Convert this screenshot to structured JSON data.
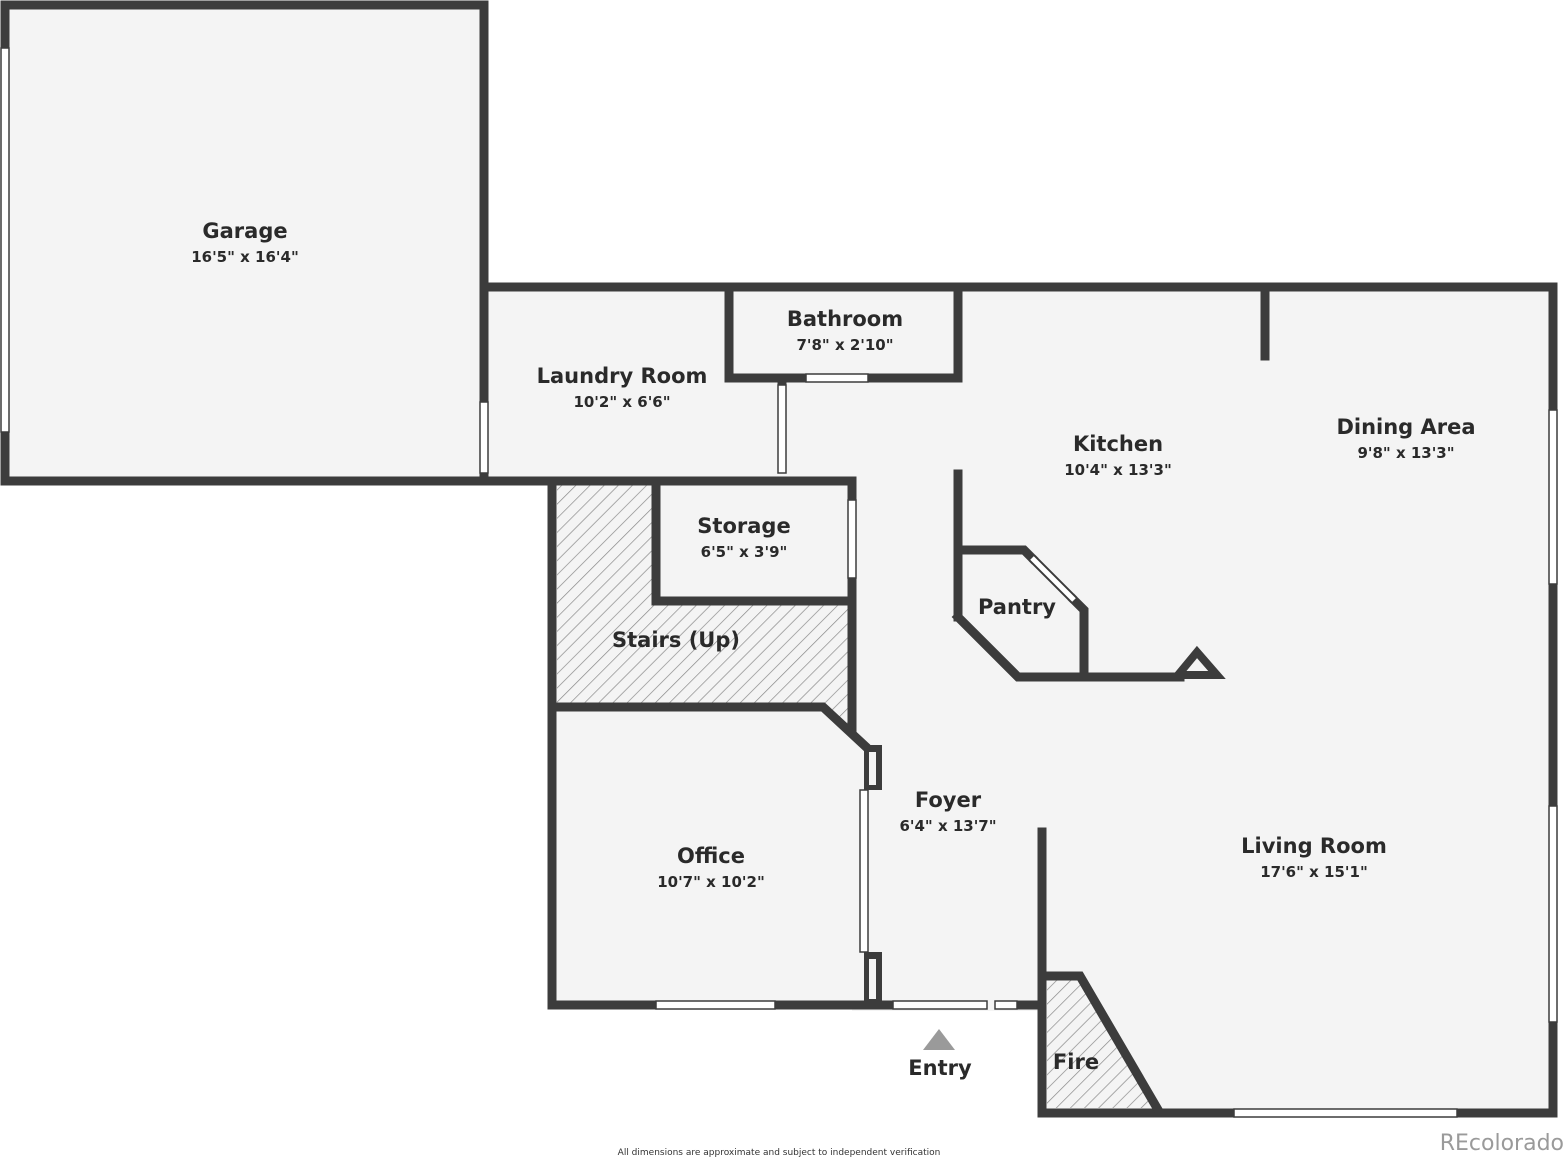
{
  "rooms": {
    "garage": {
      "name": "Garage",
      "dims": "16'5\" x 16'4\""
    },
    "laundry": {
      "name": "Laundry Room",
      "dims": "10'2\" x 6'6\""
    },
    "bathroom": {
      "name": "Bathroom",
      "dims": "7'8\" x 2'10\""
    },
    "kitchen": {
      "name": "Kitchen",
      "dims": "10'4\" x 13'3\""
    },
    "dining": {
      "name": "Dining Area",
      "dims": "9'8\" x 13'3\""
    },
    "storage": {
      "name": "Storage",
      "dims": "6'5\" x 3'9\""
    },
    "stairs": {
      "name": "Stairs (Up)"
    },
    "pantry": {
      "name": "Pantry"
    },
    "foyer": {
      "name": "Foyer",
      "dims": "6'4\" x 13'7\""
    },
    "office": {
      "name": "Office",
      "dims": "10'7\" x 10'2\""
    },
    "living": {
      "name": "Living Room",
      "dims": "17'6\" x 15'1\""
    },
    "fire": {
      "name": "Fire"
    }
  },
  "entry_label": "Entry",
  "footnote": "All dimensions are approximate and subject to independent verification",
  "brand": "REcolorado",
  "colors": {
    "floor": "#f4f4f4",
    "wall": "#3c3c3c",
    "text": "#2a2a2a",
    "brand": "#9a9a9a"
  }
}
